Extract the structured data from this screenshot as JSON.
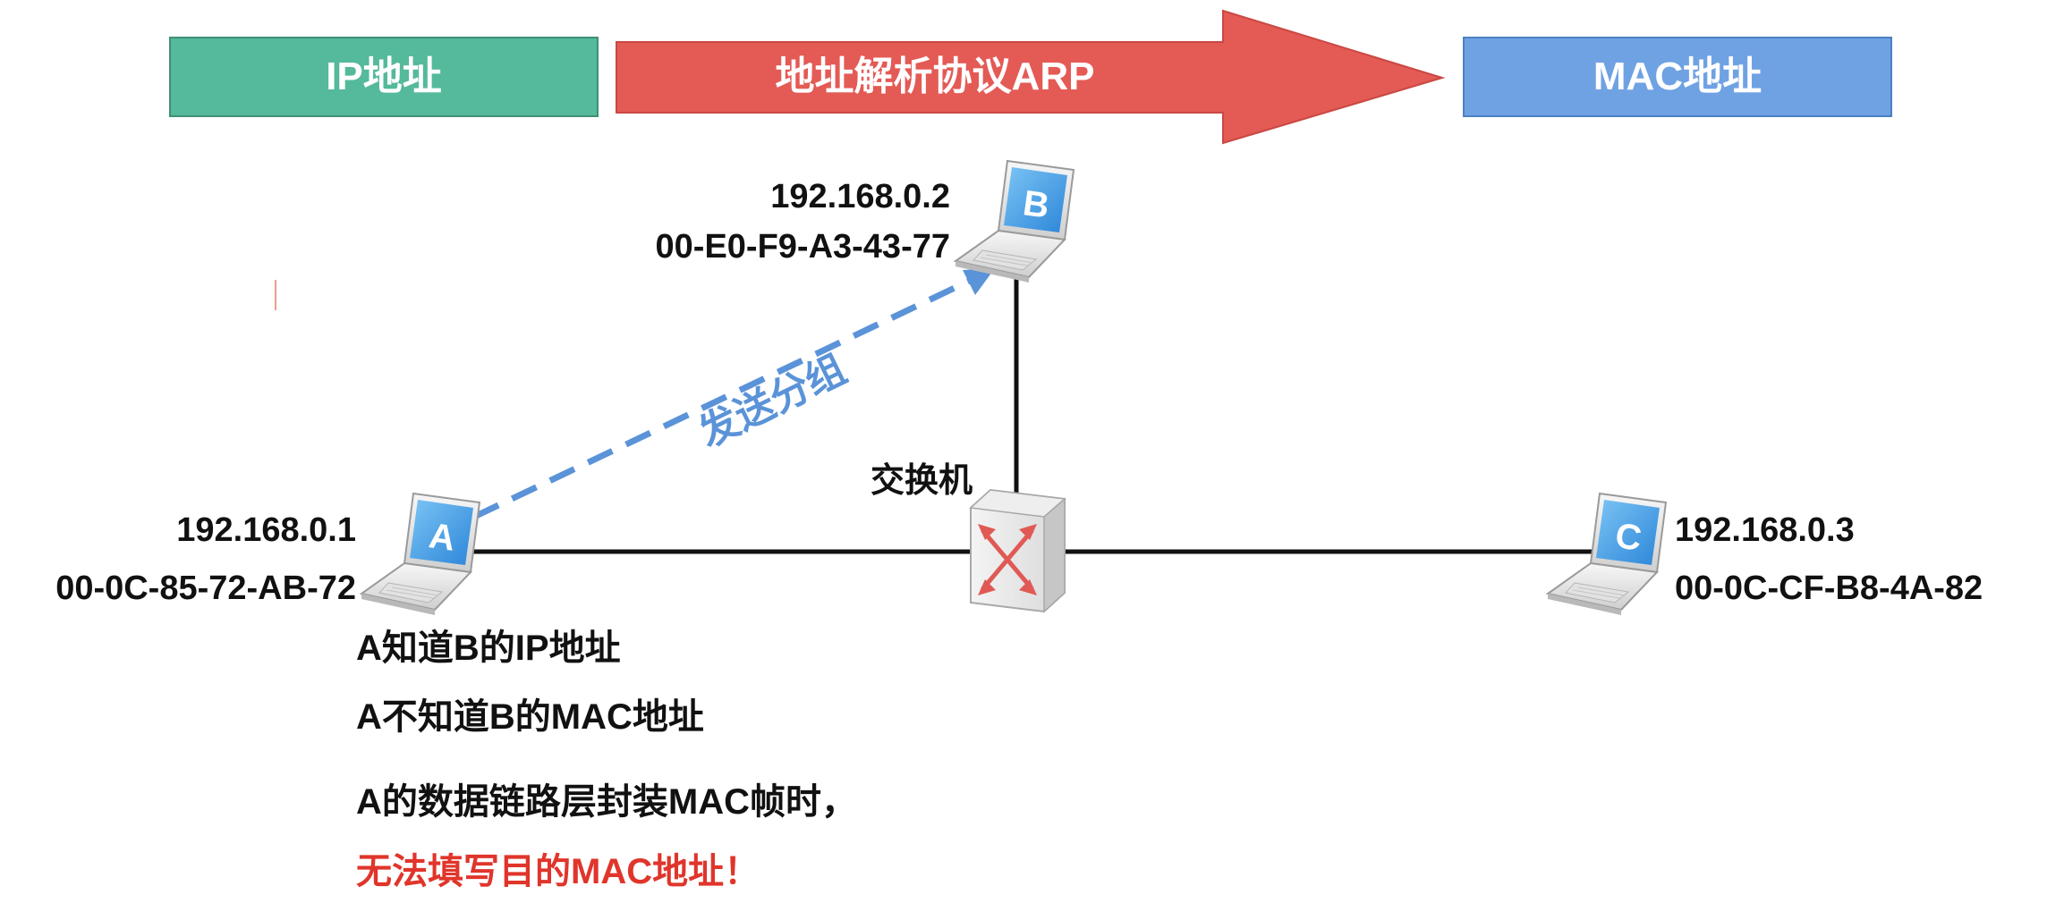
{
  "banner": {
    "ip_label": "IP地址",
    "arp_label": "地址解析协议ARP",
    "mac_label": "MAC地址"
  },
  "switch": {
    "label": "交换机"
  },
  "hosts": {
    "a": {
      "letter": "A",
      "ip": "192.168.0.1",
      "mac": "00-0C-85-72-AB-72"
    },
    "b": {
      "letter": "B",
      "ip": "192.168.0.2",
      "mac": "00-E0-F9-A3-43-77"
    },
    "c": {
      "letter": "C",
      "ip": "192.168.0.3",
      "mac": "00-0C-CF-B8-4A-82"
    }
  },
  "arrow": {
    "label": "发送分组"
  },
  "notes": {
    "line1": "A知道B的IP地址",
    "line2": "A不知道B的MAC地址",
    "line3": "A的数据链路层封装MAC帧时，",
    "line4": "无法填写目的MAC地址！"
  },
  "colors": {
    "ip_box": "#55b99b",
    "arp_arrow": "#e45a55",
    "mac_box": "#6fa2e3",
    "dashed_arrow": "#5b93d8",
    "warning_text": "#e0352b",
    "laptop_screen": "#3e9ae4"
  },
  "icons": {
    "laptop": "laptop-icon",
    "switch": "network-switch-icon"
  }
}
